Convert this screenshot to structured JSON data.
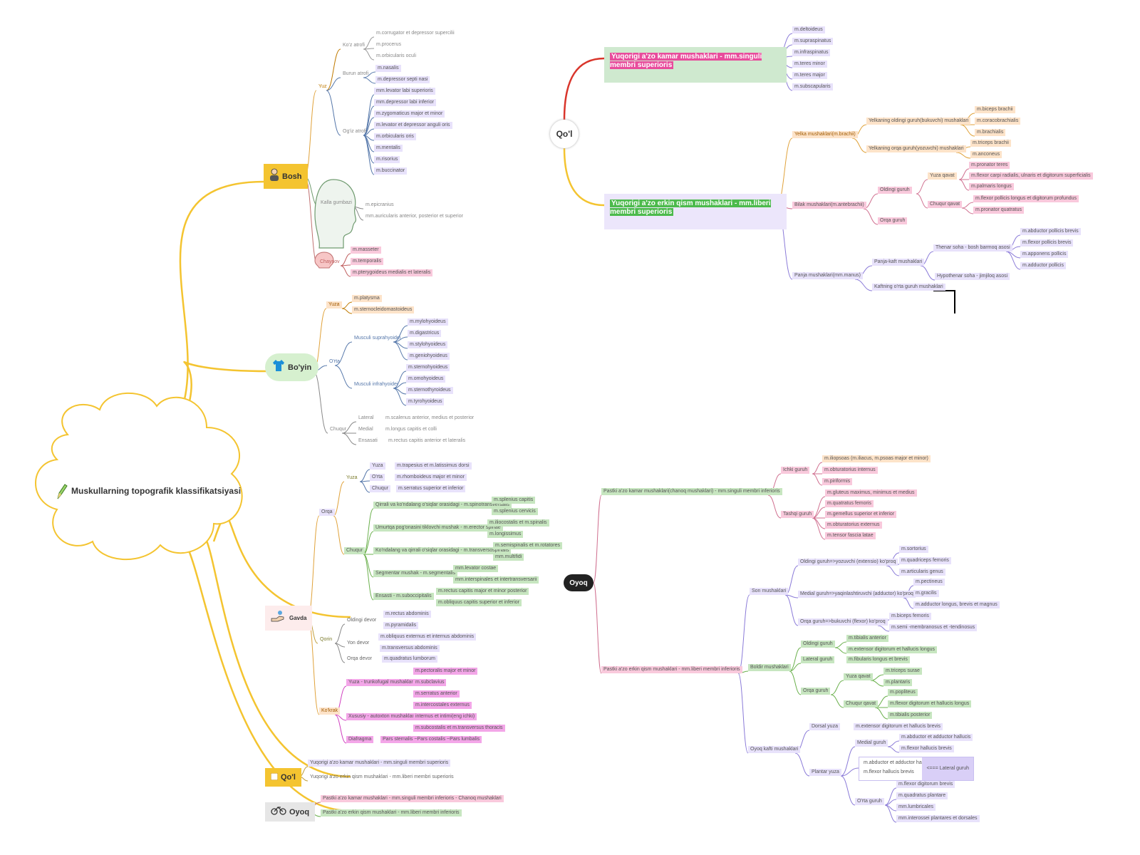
{
  "root": {
    "title": "Muskullarning topografik klassifikatsiyasi",
    "icon": "pencil-icon"
  },
  "colors": {
    "yellow": "#f4c430",
    "orange": "#f5a623",
    "peach": "#fde3c9",
    "lavender": "#e8e2fb",
    "green": "#c7e6c0",
    "pink": "#f9c9dc",
    "magenta": "#f3a6e8",
    "red": "#d9352b",
    "boxgreen": "#cfe9cf",
    "boxlav": "#ece6fb"
  },
  "bosh": {
    "label": "Bosh",
    "yuz": "Yuz",
    "kuz": {
      "label": "Ko'z atrofi",
      "items": [
        "m.corrugator et depressor supercilii",
        "m.procerus",
        "m.orbicularis oculi"
      ]
    },
    "burun": {
      "label": "Burun atrofi",
      "items": [
        "m.nasalis",
        "m.depressor septi nasi"
      ]
    },
    "ogiz": {
      "label": "Og'iz atrofi",
      "items": [
        "mm.levator labi superioris",
        "mm.depressor labi inferior",
        "m.zygomaticus major et minor",
        "m.levator et depressor anguli oris",
        "m.orbicularis oris",
        "m.mentalis",
        "m.risorius",
        "m.buccinator"
      ]
    },
    "kalla": {
      "label": "Kalla gumbazi",
      "items": [
        "m.epicranius",
        "mm.auricularis anterior, posterior et superior"
      ]
    },
    "chaynov": {
      "label": "Chaynov",
      "items": [
        "m.masseter",
        "m.temporalis",
        "m.pterygoideus medialis et lateralis"
      ]
    }
  },
  "boyin": {
    "label": "Bo'yin",
    "yuza": {
      "label": "Yuza",
      "items": [
        "m.platysma",
        "m.sternocleidomastoideus"
      ]
    },
    "orta": "O'rta",
    "supra": {
      "label": "Musculi suprahyoidei",
      "items": [
        "m.mylohyoideus",
        "m.digastricus",
        "m.stylohyoideus",
        "m.geniohyoideus"
      ]
    },
    "infra": {
      "label": "Musculi infrahyoidei",
      "items": [
        "m.sternohyoideus",
        "m.omohyoideus",
        "m.sternothyroideus",
        "m.tyrohyoideus"
      ]
    },
    "chuqur": "Chuqur",
    "chuqurItems": [
      {
        "k": "Lateral",
        "v": "m.scalenus anterior, medius et posterior"
      },
      {
        "k": "Medial",
        "v": "m.longus capitis et colli"
      },
      {
        "k": "Ensasati",
        "v": "m.rectus capitis anterior et lateralis"
      }
    ]
  },
  "gavda": {
    "label": "Gavda",
    "orqa": "Orqa",
    "orqaYuza": {
      "label": "Yuza",
      "rows": [
        {
          "k": "Yuza",
          "v": "m.trapesius et m.latissimus dorsi"
        },
        {
          "k": "O'rta",
          "v": "m.rhomboideus major et minor"
        },
        {
          "k": "Chuqur",
          "v": "m.serratus superior et inferior"
        }
      ]
    },
    "orqaChuqur": {
      "label": "Chuqur",
      "groups": [
        {
          "k": "Qirrali va ko'ndalang o'siqlar orasidagi - m.spinotransversalis",
          "v": [
            "m.splenius capitis",
            "m.splenius cervicis"
          ]
        },
        {
          "k": "Umurtqa pog'onasini tiklovchi mushak - m.erector spinae",
          "v": [
            "m.iliocostalis et m.spinalis",
            "m.longissimus"
          ]
        },
        {
          "k": "Ko'ndalang va qirrali o'siqlar orasidagi - m.transversospinalis",
          "v": [
            "m.semispinalis et m.rotatores",
            "mm.multifidi"
          ]
        },
        {
          "k": "Segmentar mushak - m.segmentalis",
          "v": [
            "mm.levator costae",
            "mm.interspinales et intertransversarii"
          ]
        },
        {
          "k": "Ensasti - m.suboccipitalis",
          "v": [
            "m.rectus capitis major et minor posterior",
            "m.obliquus capitis superior et inferior"
          ]
        }
      ]
    },
    "qorin": "Qorin",
    "qorinGroups": [
      {
        "k": "Oldingi devor",
        "v": [
          "m.rectus abdominis",
          "m.pyramidalis"
        ]
      },
      {
        "k": "Yon devor",
        "v": [
          "m.obliquus externus et internus abdominis",
          "m.transversus abdominis"
        ]
      },
      {
        "k": "Orqa devor",
        "v": [
          "m.quadratus lumborum"
        ]
      }
    ],
    "kokrak": "Ko'krak",
    "kokrakGroups": [
      {
        "k": "Yuza - trunkofugal mushaklar",
        "v": [
          "m.pectoralis major et minor",
          "m.subclavius",
          "m.serratus anterior"
        ]
      },
      {
        "k": "Xususiy - autoxton mushaklar",
        "v": [
          "m.intercostales externus",
          "internus et intimi(eng ichki)",
          "m.subcostalis et m.transversus thoracis"
        ]
      },
      {
        "k": "Diafragma",
        "v": [
          "Pars sternalis ~Pars costalis ~Pars lumbalis"
        ]
      }
    ]
  },
  "qol": {
    "label": "Qo'l",
    "items": [
      "Yuqorigi a'zo kamar mushaklari - mm.singuli membri superioris",
      "Yuqorigi a'zo erkin qism mushaklari - mm.liberi membri superioris"
    ]
  },
  "oyoq": {
    "label": "Oyoq",
    "items": [
      "Pastki a'zo kamar mushaklari - mm.singuli membri inferioris - Chanoq mushaklari",
      "Pastki a'zo erkin qism mushaklari - mm.liberi membri inferioris"
    ]
  },
  "qolDetail": {
    "label": "Qo'l",
    "kamar": {
      "label": "Yuqorigi a'zo kamar mushaklari - mm.singuli membri superioris",
      "items": [
        "m.deltoideus",
        "m.supraspinatus",
        "m.infraspinatus",
        "m.teres minor",
        "m.teres major",
        "m.subscapularis"
      ]
    },
    "erkin": {
      "label": "Yuqorigi a'zo erkin qism mushaklari - mm.liberi membri superioris"
    },
    "yelka": {
      "label": "Yelka mushaklari(m.brachii)",
      "oldingi": {
        "label": "Yelkaning oldingi guruh(bukuvchi) mushaklari",
        "items": [
          "m.biceps brachii",
          "m.coracobrachialis",
          "m.brachialis"
        ]
      },
      "orqa": {
        "label": "Yelkaning orqa guruh(yozuvchi) mushaklari",
        "items": [
          "m.triceps brachii",
          "m.anconeus"
        ]
      }
    },
    "bilak": {
      "label": "Bilak mushaklari(m.antebrachii)",
      "oldingi": "Oldingi guruh",
      "orqa": "Orqa guruh",
      "yuza": {
        "label": "Yuza qavat",
        "items": [
          "m.pronator teres",
          "m.flexor carpi radialis, ulnaris et digitorum superficialis",
          "m.palmaris longus"
        ]
      },
      "chuqur": {
        "label": "Chuqur qavat",
        "items": [
          "m.flexor pollicis longus et digitorum profundus",
          "m.pronator quatratus"
        ]
      }
    },
    "panja": {
      "label": "Panja mushaklari(mm.manus)",
      "kaft": "Panja-kaft mushaklari",
      "thenar": {
        "label": "Thenar soha - bosh barmoq asosi",
        "items": [
          "m.abductor pollicis brevis",
          "m.flexor pollicis brevis",
          "m.apponens pollicis",
          "m.adductor pollicis"
        ]
      },
      "hypo": "Hypothenar soha - jimjiloq asosi",
      "orta": "Kaftning o'rta guruh mushaklari"
    }
  },
  "oyoqDetail": {
    "label": "Oyoq",
    "kamar": {
      "label": "Pastki a'zo kamar mushaklari(chanoq mushaklari) - mm.singuli membri inferioris",
      "ichki": {
        "label": "Ichki guruh",
        "items": [
          "m.iliopsoas (m.iliacus, m.psoas major et minor)",
          "m.obturatorius internus",
          "m.piriformis"
        ]
      },
      "tashqi": {
        "label": "Tashqi guruh",
        "items": [
          "m.gluteus maximus, minimus et medius",
          "m.quatratus femoris",
          "m.gemellus superior et inferior",
          "m.obturatorius externus",
          "m.tensor fascia latae"
        ]
      }
    },
    "erkin": {
      "label": "Pastki a'zo erkin qism mushaklari - mm.liberi membri inferioris"
    },
    "son": {
      "label": "Son mushaklari",
      "oldingi": {
        "label": "Oldingi guruh=>yozuvchi (extensio) ko'proq",
        "items": [
          "m.sortorius",
          "m.quadriceps femoris",
          "m.articularis genus"
        ]
      },
      "medial": {
        "label": "Medial guruh=>yaqinlashtiruvchi (adductor) ko'proq",
        "items": [
          "m.pectineus",
          "m.gracilis",
          "m.adductor longus, brevis et magnus"
        ]
      },
      "orqa": {
        "label": "Orqa guruh=>bukuvchi (flexor) ko'proq",
        "items": [
          "m.biceps femoris",
          "m.semi -membranosus et -tendinosus"
        ]
      }
    },
    "boldir": {
      "label": "Boldir mushaklari",
      "oldingi": {
        "label": "Oldingi guruh",
        "items": [
          "m.tibialis anterior",
          "m.extensor digitorum et hallucis longus"
        ]
      },
      "lateral": {
        "label": "Lateral guruh",
        "items": [
          "m.fibularis longus et brevis"
        ]
      },
      "orqa": "Orqa guruh",
      "yuza": {
        "label": "Yuza qavat",
        "items": [
          "m.triceps surae",
          "m.plantaris"
        ]
      },
      "chuqur": {
        "label": "Chuqur qavat",
        "items": [
          "m.popliteus",
          "m.flexor digitorum et hallucis longus",
          "m.tibialis posterior"
        ]
      }
    },
    "oyoqkaft": {
      "label": "Oyoq kafti mushaklari",
      "dorsal": {
        "label": "Dorsal yuza",
        "items": [
          "m.extensor digitorum et hallucis brevis"
        ]
      },
      "plantar": "Plantar yuza",
      "medial": {
        "label": "Medial guruh",
        "items": [
          "m.abductor et adductor hallucis",
          "m.flexor hallucis brevis"
        ]
      },
      "lateralBox": {
        "items": [
          "m.abductor et adductor hallucis",
          "m.flexor hallucis brevis"
        ],
        "note": "<=== Lateral guruh"
      },
      "orta": {
        "label": "O'rta guruh",
        "items": [
          "m.flexor digitorum brevis",
          "m.quadratus plantare",
          "mm.lumbricales",
          "mm.interossei plantares et dorsales"
        ]
      }
    }
  }
}
